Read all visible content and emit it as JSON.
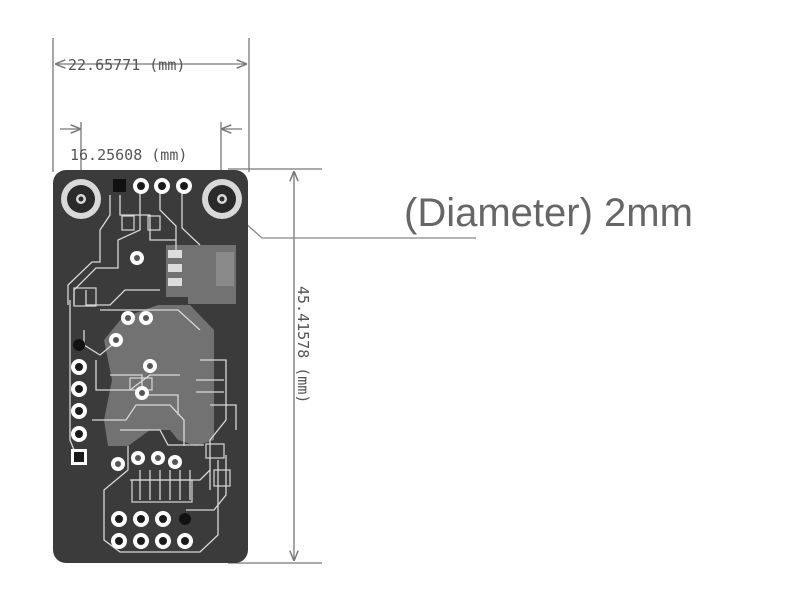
{
  "dimensions": {
    "board_width": "22.65771 (mm)",
    "hole_spacing": "16.25608 (mm)",
    "board_height": "45.41578 (mm)"
  },
  "hole_callout": {
    "label": "(Diameter)  2mm"
  },
  "colors": {
    "board": "#3b3b3b",
    "copper_pour": "#727272",
    "traces": "#d8d8d8",
    "pads": "#ffffff",
    "pad_hole": "#1a1a1a",
    "dimension_lines": "#777777",
    "text": "#555555"
  },
  "icons": {
    "mounting_hole": "mounting-hole-icon",
    "through_hole_pad": "pad-icon",
    "square_pad": "square-pad-icon"
  }
}
